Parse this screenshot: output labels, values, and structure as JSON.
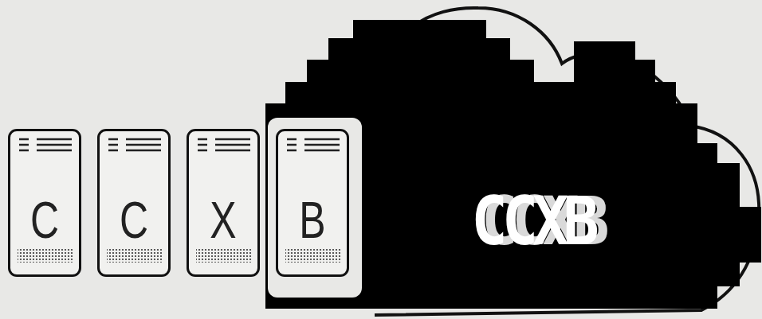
{
  "diagram": {
    "nodes": [
      {
        "text": [
          "C"
        ]
      },
      {
        "text": [
          "C"
        ]
      },
      {
        "text": [
          "X"
        ]
      },
      {
        "text": [
          "B"
        ]
      },
      {
        "text": [
          "CCXB"
        ]
      }
    ]
  }
}
